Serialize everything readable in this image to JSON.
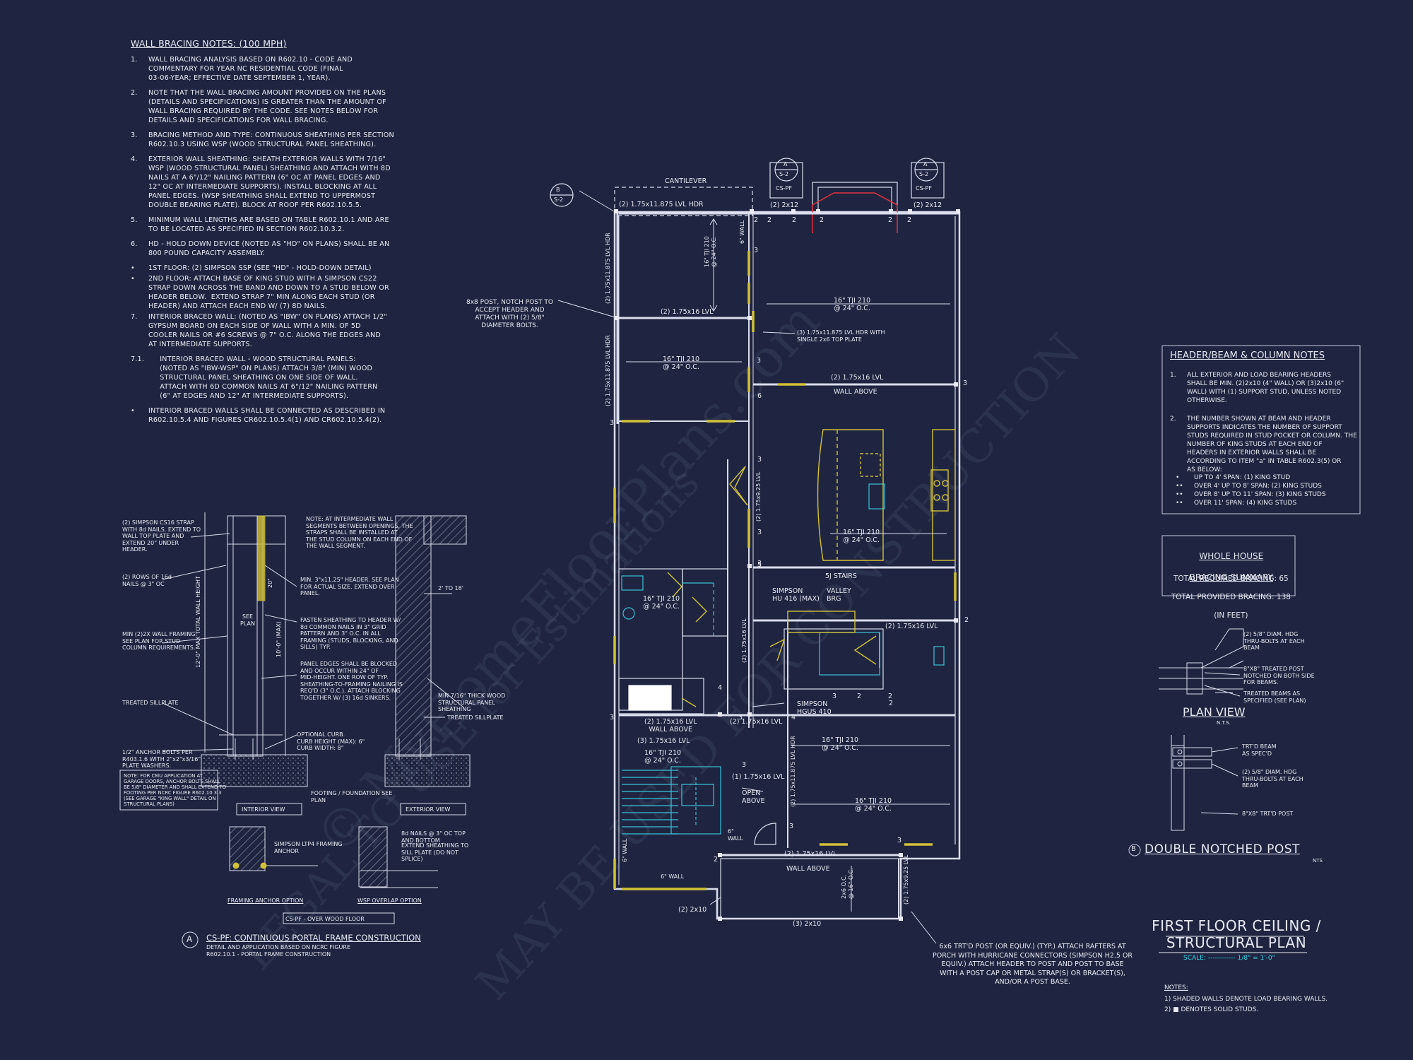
{
  "wall_bracing": {
    "title": "WALL BRACING NOTES: (100 MPH)",
    "items": [
      {
        "num": "1.",
        "text": "WALL BRACING ANALYSIS BASED ON R602.10 - CODE AND\nCOMMENTARY FOR YEAR NC RESIDENTIAL CODE (FINAL\n03-06-YEAR; EFFECTIVE DATE SEPTEMBER 1, YEAR)."
      },
      {
        "num": "2.",
        "text": "NOTE THAT THE WALL BRACING AMOUNT PROVIDED ON THE PLANS\n(DETAILS AND SPECIFICATIONS) IS GREATER THAN THE AMOUNT OF\nWALL BRACING REQUIRED BY THE CODE. SEE NOTES BELOW FOR\nDETAILS AND SPECIFICATIONS FOR WALL BRACING."
      },
      {
        "num": "3.",
        "text": "BRACING METHOD AND TYPE: CONTINUOUS SHEATHING PER SECTION\nR602.10.3 USING WSP (WOOD STRUCTURAL PANEL SHEATHING)."
      },
      {
        "num": "4.",
        "text": "EXTERIOR WALL SHEATHING: SHEATH EXTERIOR WALLS WITH 7/16\"\nWSP (WOOD STRUCTURAL PANEL) SHEATHING AND ATTACH WITH 8d\nNAILS AT A 6\"/12\" NAILING PATTERN (6\" OC AT PANEL EDGES AND\n12\" OC AT INTERMEDIATE SUPPORTS). INSTALL BLOCKING AT ALL\nPANEL EDGES. (WSP SHEATHING SHALL EXTEND TO UPPERMOST\nDOUBLE BEARING PLATE). BLOCK AT ROOF PER R602.10.5.5."
      },
      {
        "num": "5.",
        "text": "MINIMUM WALL LENGTHS ARE BASED ON TABLE R602.10.1 AND ARE\nTO BE LOCATED AS SPECIFIED IN SECTION R602.10.3.2."
      },
      {
        "num": "6.",
        "text": "HD - HOLD DOWN DEVICE (NOTED AS \"HD\" ON PLANS) SHALL BE AN\n800 POUND CAPACITY ASSEMBLY."
      },
      {
        "num": "•",
        "text": "1ST FLOOR: (2) SIMPSON SSP (SEE \"HD\" - HOLD-DOWN DETAIL)"
      },
      {
        "num": "•",
        "text": "2ND FLOOR: ATTACH BASE OF KING STUD WITH A SIMPSON CS22\nSTRAP DOWN ACROSS THE BAND AND DOWN TO A STUD BELOW OR\nHEADER BELOW.  EXTEND STRAP 7\" MIN ALONG EACH STUD (OR\nHEADER) AND ATTACH EACH END W/ (7) 8d NAILS."
      },
      {
        "num": "7.",
        "text": "INTERIOR BRACED WALL: (NOTED AS \"IBW\" ON PLANS) ATTACH 1/2\"\nGYPSUM BOARD ON EACH SIDE OF WALL WITH A MIN. OF 5d\nCOOLER NAILS OR #6 SCREWS @ 7\" O.C. ALONG THE EDGES AND\nAT INTERMEDIATE SUPPORTS."
      },
      {
        "num": "7.1.",
        "text": "     INTERIOR BRACED WALL - WOOD STRUCTURAL PANELS:\n     (NOTED AS \"IBW-WSP\" ON PLANS) ATTACH 3/8\" (MIN) WOOD\n     STRUCTURAL PANEL SHEATHING ON ONE SIDE OF WALL.\n     ATTACH WITH 6d COMMON NAILS AT 6\"/12\" NAILING PATTERN\n     (6\" AT EDGES AND 12\" AT INTERMEDIATE SUPPORTS)."
      },
      {
        "num": "•",
        "text": "INTERIOR BRACED WALLS SHALL BE CONNECTED AS DESCRIBED IN\nR602.10.5.4 AND FIGURES CR602.10.5.4(1) AND CR602.10.5.4(2)."
      }
    ]
  },
  "header_notes": {
    "title": "HEADER/BEAM & COLUMN NOTES",
    "n1": "1.",
    "t1": "ALL EXTERIOR AND LOAD BEARING HEADERS\nSHALL BE MIN. (2)2x10 (4\" WALL) OR (3)2x10 (6\"\nWALL) WITH (1) SUPPORT STUD, UNLESS NOTED\nOTHERWISE.",
    "n2": "2.",
    "t2": "THE NUMBER SHOWN AT BEAM AND HEADER\nSUPPORTS INDICATES THE NUMBER OF SUPPORT\nSTUDS REQUIRED IN STUD POCKET OR COLUMN. THE\nNUMBER OF KING STUDS AT EACH END OF\nHEADERS IN EXTERIOR WALLS SHALL BE\nACCORDING TO ITEM \"a\" IN TABLE R602.3(5) OR\nAS BELOW:",
    "spans": [
      {
        "dots": "•",
        "text": "UP TO 4' SPAN: (1) KING STUD"
      },
      {
        "dots": "••",
        "text": "OVER 4' UP TO 8' SPAN: (2) KING STUDS"
      },
      {
        "dots": "••",
        "text": "OVER 8' UP TO 11' SPAN: (3) KING STUDS"
      },
      {
        "dots": "••",
        "text": "OVER 11' SPAN: (4) KING STUDS"
      }
    ]
  },
  "bracing_summary": {
    "title1": "WHOLE HOUSE",
    "title2": "BRACING SUMMARY",
    "required": "TOTAL REQUIRED BRACING: 65",
    "provided": "TOTAL PROVIDED BRACING: 138",
    "unit": "(IN FEET)"
  },
  "plan_view": {
    "title": "PLAN VIEW",
    "nts": "N.T.S.",
    "c1": "(2) 5/8\" DIAM. HDG\nTHRU-BOLTS AT EACH\nBEAM",
    "c2": "8\"X8\" TREATED POST\nNOTCHED ON BOTH SIDE\nFOR BEAMS.",
    "c3": "TREATED BEAMS AS\nSPECIFIED (SEE PLAN)"
  },
  "post_detail": {
    "c1": "TRT'D BEAM\nAS SPEC'D",
    "c2": "(2) 5/8\" DIAM. HDG\nTHRU-BOLTS AT EACH\nBEAM",
    "c3": "8\"X8\" TRT'D POST",
    "tag": "B",
    "title": "DOUBLE NOTCHED POST",
    "nts": "NTS"
  },
  "plan_title": {
    "line1": "FIRST FLOOR CEILING /",
    "line2": "STRUCTURAL PLAN",
    "scale": "SCALE: ------------ 1/8\" = 1'-0\""
  },
  "notes_bottom": {
    "title": "NOTES:",
    "n1": "1) SHADED WALLS DENOTE LOAD BEARING WALLS.",
    "n2": "2) ■ DENOTES SOLID STUDS."
  },
  "portal": {
    "tag": "A",
    "title": "CS-PF: CONTINUOUS PORTAL FRAME CONSTRUCTION",
    "sub": "DETAIL AND APPLICATION BASED ON NCRC FIGURE\nR602.10.1 - PORTAL FRAME CONSTRUCTION",
    "interior": "INTERIOR VIEW",
    "exterior": "EXTERIOR VIEW",
    "anchor": "FRAMING ANCHOR OPTION",
    "overlap": "WSP OVERLAP OPTION",
    "over_floor": "CS-PF - OVER WOOD FLOOR",
    "n_strap": "(2) SIMPSON CS16 STRAP\nWITH 8d NAILS. EXTEND TO\nWALL TOP PLATE AND\nEXTEND 20\" UNDER\nHEADER.",
    "n_rows": "(2) ROWS OF 16d\nNAILS @ 3\" OC",
    "n_framing": "MIN (2)2X WALL FRAMING.\nSEE PLAN FOR STUD\nCOLUMN REQUIREMENTS.",
    "n_sill": "TREATED SILLPLATE",
    "n_anchor": "1/2\" ANCHOR BOLTS PER\nR403.1.6 WITH 2\"x2\"x3/16\"\nPLATE WASHERS.",
    "n_garage": "NOTE: FOR CMU APPLICATION AT\nGARAGE DOORS, ANCHOR BOLTS SHALL\nBE 5/8\" DIAMETER AND SHALL EXTEND TO\nFOOTING PER NCRC FIGURE R602.10.3.3\n(SEE GARAGE \"KING WALL\" DETAIL ON\nSTRUCTURAL PLANS)",
    "n_intermediate": "NOTE: AT INTERMEDIATE WALL\nSEGMENTS BETWEEN OPENINGS, THE\nSTRAPS SHALL BE INSTALLED AT\nTHE STUD COLUMN ON EACH END OF\nTHE WALL SEGMENT.",
    "n_header": "MIN. 3\"x11.25\" HEADER. SEE PLAN\nFOR ACTUAL SIZE. EXTEND OVER\nPANEL.",
    "n_fasten": "FASTEN SHEATHING TO HEADER W/\n8d COMMON NAILS IN 3\" GRID\nPATTERN AND 3\" O.C. IN ALL\nFRAMING (STUDS, BLOCKING, AND\nSILLS) TYP.",
    "n_panel": "PANEL EDGES SHALL BE BLOCKED\nAND OCCUR WITHIN 24\" OF\nMID-HEIGHT. ONE ROW OF TYP.\nSHEATHING-TO-FRAMING NAILING IS\nREQ'D (3\" O.C.). ATTACH BLOCKING\nTOGETHER W/ (3) 16d SINKERS.",
    "n_wsp": "MIN 7/16\" THICK WOOD\nSTRUCTURAL PANEL\nSHEATHING",
    "n_treated": "TREATED SILLPLATE",
    "n_curb": "OPTIONAL CURB.\nCURB HEIGHT (MAX): 6\"\nCURB WIDTH: 8\"",
    "n_footing": "FOOTING / FOUNDATION SEE\nPLAN",
    "n_see": "SEE\nPLAN",
    "n_height": "12'-0\" MAX TOTAL WALL HEIGHT",
    "n_10": "10'-0\" (MAX)",
    "n_20": "20\"",
    "n_2to18": "2' TO 18'",
    "n_ltp4": "SIMPSON LTP4 FRAMING\nANCHOR",
    "n_8d": "8d NAILS @ 3\" OC TOP\nAND BOTTOM",
    "n_extend": "EXTEND SHEATHING TO\nSILL PLATE (DO NOT\nSPLICE)"
  },
  "plan": {
    "cantilever": "CANTILEVER",
    "csfp1": "CS-PF",
    "csfp2": "CS-PF",
    "s2": "S-2",
    "a": "A",
    "b": "B",
    "hdr1": "(2) 1.75x11.875 LVL HDR",
    "two2x12a": "(2) 2x12",
    "two2x12b": "(2) 2x12",
    "wall6": "6\" WALL",
    "tji_v": "16\" TJI 210\n@ 24\" O.C.",
    "lvl_hdr_v": "(2) 1.75x11.875 LVL HDR",
    "lvl_hdr_v2": "(2) 1.75x11.875 LVL HDR",
    "post_note": "8x8 POST, NOTCH POST TO\nACCEPT HEADER AND\nATTACH WITH (2) 5/8\"\nDIAMETER BOLTS.",
    "lvl16": "(2) 1.75x16 LVL",
    "tji_r1": "16\" TJI 210\n@ 24\" O.C.",
    "tji_l1": "16\" TJI 210\n@ 24\" O.C.",
    "lvl3": "(3) 1.75x11.875 LVL HDR WITH\nSINGLE 2x6 TOP PLATE",
    "lvl16b": "(2) 1.75x16 LVL",
    "wall_above": "WALL ABOVE",
    "lvl925": "(2) 1.75x9.25 LVL",
    "tji_kitchen": "16\" TJI 210\n@ 24\" O.C.",
    "stairs": "5J STAIRS",
    "simpson_hu": "SIMPSON\nHU 416 (MAX)",
    "valley": "VALLEY\nBRG",
    "lvl16c": "(2) 1.75x16 LVL",
    "tji_bath": "16\" TJI 210\n@ 24\" O.C.",
    "lvl16_v": "(2) 1.75x16 LVL",
    "simpson_hgus": "SIMPSON\nHGUS 410",
    "lvl16d": "(2) 1.75x16 LVL\nWALL ABOVE",
    "lvl16e": "(2) 1.75x16 LVL",
    "lvl16f": "(3) 1.75x16 LVL",
    "tji_s": "16\" TJI 210\n@ 24\" O.C.",
    "tji_r2": "16\" TJI 210\n@ 24\" O.C.",
    "lvl16g": "(1) 1.75x16 LVL",
    "open_above": "OPEN\nABOVE",
    "tji_r3": "16\" TJI 210\n@ 24\" O.C.",
    "hdr_v3": "(2) 1.75x11.875 LVL HDR",
    "wall6b": "6\"\nWALL",
    "wall6c": "6\" WALL",
    "wall6d": "6\" WALL",
    "lvl16h": "(2) 1.75x16 LVL",
    "wall_above2": "WALL ABOVE",
    "two2x10": "(2) 2x10",
    "three2x10": "(3) 2x10",
    "joist_porch": "2x6 O.C.\n@ 16\" O.C.",
    "lvl925b": "(2) 1.75x9.25 LVL",
    "post6": "6x6 TRT'D POST (OR EQUIV.) (TYP.) ATTACH RAFTERS AT\nPORCH WITH HURRICANE CONNECTORS (SIMPSON H2.5 OR\nEQUIV.) ATTACH HEADER TO POST AND POST TO BASE\nWITH A POST CAP OR METAL STRAP(S) OR BRACKET(S),\nAND/OR A POST BASE.",
    "nums": [
      "2",
      "2",
      "2",
      "2",
      "2",
      "2",
      "3",
      "3",
      "6",
      "3",
      "3",
      "3",
      "5",
      "3",
      "2",
      "3",
      "2",
      "2",
      "4",
      "3",
      "3",
      "4",
      "3",
      "2",
      "3",
      "3",
      "3",
      "2"
    ]
  },
  "watermark": {
    "l1": "© MyHomeFloorPlans.com",
    "l2": "MAY BE USED FOR CONSTRUCTION",
    "l3": "LEGAL TO USE for Estimations"
  }
}
